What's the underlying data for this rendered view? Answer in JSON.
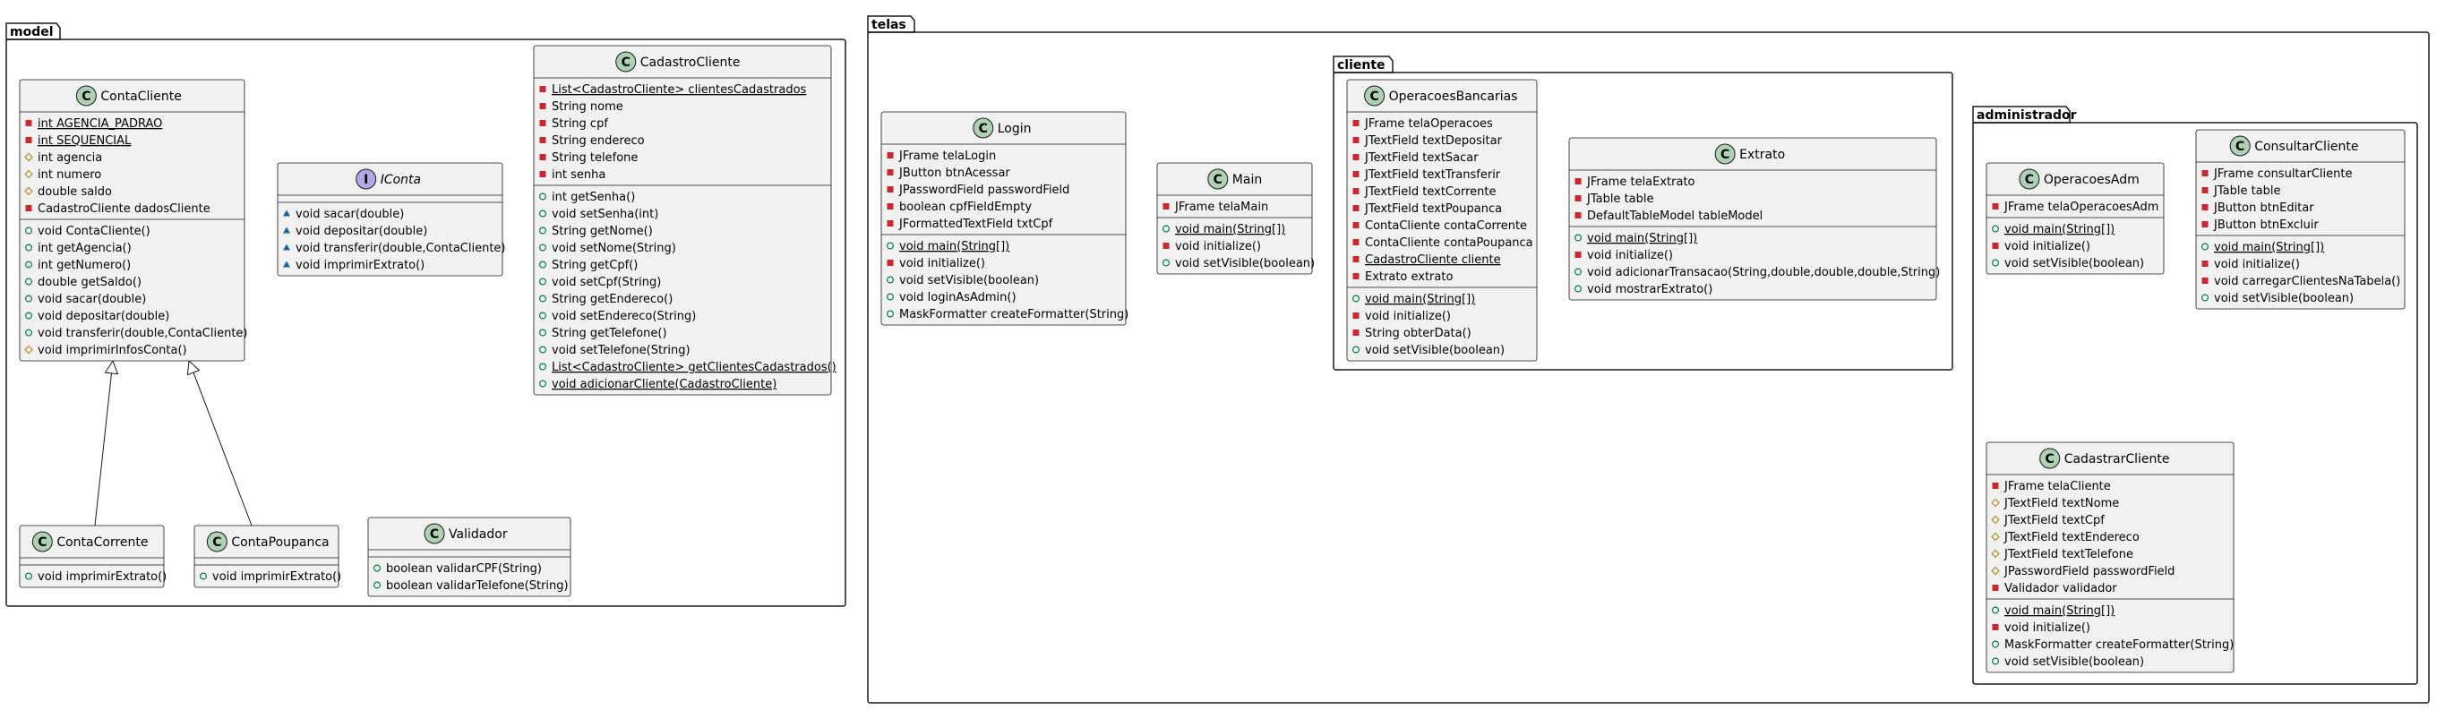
{
  "packages": [
    {
      "id": "pkg-model",
      "name": "model"
    },
    {
      "id": "pkg-telas",
      "name": "telas"
    },
    {
      "id": "pkg-cliente",
      "name": "cliente"
    },
    {
      "id": "pkg-administrador",
      "name": "administrador"
    }
  ],
  "classes": [
    {
      "id": "ContaCliente",
      "name": "ContaCliente",
      "stereotype": "C",
      "italic": false,
      "fields": [
        {
          "vis": "private",
          "text": "int AGENCIA_PADRAO",
          "static": true
        },
        {
          "vis": "private",
          "text": "int SEQUENCIAL",
          "static": true
        },
        {
          "vis": "protected",
          "text": "int agencia"
        },
        {
          "vis": "protected",
          "text": "int numero"
        },
        {
          "vis": "protected",
          "text": "double saldo"
        },
        {
          "vis": "private",
          "text": "CadastroCliente dadosCliente"
        }
      ],
      "methods": [
        {
          "vis": "public",
          "text": "void ContaCliente()"
        },
        {
          "vis": "public",
          "text": "int getAgencia()"
        },
        {
          "vis": "public",
          "text": "int getNumero()"
        },
        {
          "vis": "public",
          "text": "double getSaldo()"
        },
        {
          "vis": "public",
          "text": "void sacar(double)"
        },
        {
          "vis": "public",
          "text": "void depositar(double)"
        },
        {
          "vis": "public",
          "text": "void transferir(double,ContaCliente)"
        },
        {
          "vis": "protected",
          "text": "void imprimirInfosConta()"
        }
      ]
    },
    {
      "id": "IConta",
      "name": "IConta",
      "stereotype": "I",
      "italic": true,
      "fields": [],
      "methods": [
        {
          "vis": "package",
          "text": "void sacar(double)"
        },
        {
          "vis": "package",
          "text": "void depositar(double)"
        },
        {
          "vis": "package",
          "text": "void transferir(double,ContaCliente)"
        },
        {
          "vis": "package",
          "text": "void imprimirExtrato()"
        }
      ]
    },
    {
      "id": "CadastroCliente",
      "name": "CadastroCliente",
      "stereotype": "C",
      "italic": false,
      "fields": [
        {
          "vis": "private",
          "text": "List<CadastroCliente> clientesCadastrados",
          "static": true
        },
        {
          "vis": "private",
          "text": "String nome"
        },
        {
          "vis": "private",
          "text": "String cpf"
        },
        {
          "vis": "private",
          "text": "String endereco"
        },
        {
          "vis": "private",
          "text": "String telefone"
        },
        {
          "vis": "private",
          "text": "int senha"
        }
      ],
      "methods": [
        {
          "vis": "public",
          "text": "int getSenha()"
        },
        {
          "vis": "public",
          "text": "void setSenha(int)"
        },
        {
          "vis": "public",
          "text": "String getNome()"
        },
        {
          "vis": "public",
          "text": "void setNome(String)"
        },
        {
          "vis": "public",
          "text": "String getCpf()"
        },
        {
          "vis": "public",
          "text": "void setCpf(String)"
        },
        {
          "vis": "public",
          "text": "String getEndereco()"
        },
        {
          "vis": "public",
          "text": "void setEndereco(String)"
        },
        {
          "vis": "public",
          "text": "String getTelefone()"
        },
        {
          "vis": "public",
          "text": "void setTelefone(String)"
        },
        {
          "vis": "public",
          "text": "List<CadastroCliente> getClientesCadastrados()",
          "static": true
        },
        {
          "vis": "public",
          "text": "void adicionarCliente(CadastroCliente)",
          "static": true
        }
      ]
    },
    {
      "id": "ContaCorrente",
      "name": "ContaCorrente",
      "stereotype": "C",
      "italic": false,
      "fields": [],
      "methods": [
        {
          "vis": "public",
          "text": "void imprimirExtrato()"
        }
      ]
    },
    {
      "id": "ContaPoupanca",
      "name": "ContaPoupanca",
      "stereotype": "C",
      "italic": false,
      "fields": [],
      "methods": [
        {
          "vis": "public",
          "text": "void imprimirExtrato()"
        }
      ]
    },
    {
      "id": "Validador",
      "name": "Validador",
      "stereotype": "C",
      "italic": false,
      "fields": [],
      "methods": [
        {
          "vis": "public",
          "text": "boolean validarCPF(String)"
        },
        {
          "vis": "public",
          "text": "boolean validarTelefone(String)"
        }
      ]
    },
    {
      "id": "Login",
      "name": "Login",
      "stereotype": "C",
      "italic": false,
      "fields": [
        {
          "vis": "private",
          "text": "JFrame telaLogin"
        },
        {
          "vis": "private",
          "text": "JButton btnAcessar"
        },
        {
          "vis": "private",
          "text": "JPasswordField passwordField"
        },
        {
          "vis": "private",
          "text": "boolean cpfFieldEmpty"
        },
        {
          "vis": "private",
          "text": "JFormattedTextField txtCpf"
        }
      ],
      "methods": [
        {
          "vis": "public",
          "text": "void main(String[])",
          "static": true
        },
        {
          "vis": "private",
          "text": "void initialize()"
        },
        {
          "vis": "public",
          "text": "void setVisible(boolean)"
        },
        {
          "vis": "public",
          "text": "void loginAsAdmin()"
        },
        {
          "vis": "public",
          "text": "MaskFormatter createFormatter(String)"
        }
      ]
    },
    {
      "id": "Main",
      "name": "Main",
      "stereotype": "C",
      "italic": false,
      "fields": [
        {
          "vis": "private",
          "text": "JFrame telaMain"
        }
      ],
      "methods": [
        {
          "vis": "public",
          "text": "void main(String[])",
          "static": true
        },
        {
          "vis": "private",
          "text": "void initialize()"
        },
        {
          "vis": "public",
          "text": "void setVisible(boolean)"
        }
      ]
    },
    {
      "id": "OperacoesBancarias",
      "name": "OperacoesBancarias",
      "stereotype": "C",
      "italic": false,
      "fields": [
        {
          "vis": "private",
          "text": "JFrame telaOperacoes"
        },
        {
          "vis": "private",
          "text": "JTextField textDepositar"
        },
        {
          "vis": "private",
          "text": "JTextField textSacar"
        },
        {
          "vis": "private",
          "text": "JTextField textTransferir"
        },
        {
          "vis": "private",
          "text": "JTextField textCorrente"
        },
        {
          "vis": "private",
          "text": "JTextField textPoupanca"
        },
        {
          "vis": "private",
          "text": "ContaCliente contaCorrente"
        },
        {
          "vis": "private",
          "text": "ContaCliente contaPoupanca"
        },
        {
          "vis": "private",
          "text": "CadastroCliente cliente",
          "static": true
        },
        {
          "vis": "private",
          "text": "Extrato extrato"
        }
      ],
      "methods": [
        {
          "vis": "public",
          "text": "void main(String[])",
          "static": true
        },
        {
          "vis": "private",
          "text": "void initialize()"
        },
        {
          "vis": "private",
          "text": "String obterData()"
        },
        {
          "vis": "public",
          "text": "void setVisible(boolean)"
        }
      ]
    },
    {
      "id": "Extrato",
      "name": "Extrato",
      "stereotype": "C",
      "italic": false,
      "fields": [
        {
          "vis": "private",
          "text": "JFrame telaExtrato"
        },
        {
          "vis": "private",
          "text": "JTable table"
        },
        {
          "vis": "private",
          "text": "DefaultTableModel tableModel"
        }
      ],
      "methods": [
        {
          "vis": "public",
          "text": "void main(String[])",
          "static": true
        },
        {
          "vis": "private",
          "text": "void initialize()"
        },
        {
          "vis": "public",
          "text": "void adicionarTransacao(String,double,double,double,String)"
        },
        {
          "vis": "public",
          "text": "void mostrarExtrato()"
        }
      ]
    },
    {
      "id": "OperacoesAdm",
      "name": "OperacoesAdm",
      "stereotype": "C",
      "italic": false,
      "fields": [
        {
          "vis": "private",
          "text": "JFrame telaOperacoesAdm"
        }
      ],
      "methods": [
        {
          "vis": "public",
          "text": "void main(String[])",
          "static": true
        },
        {
          "vis": "private",
          "text": "void initialize()"
        },
        {
          "vis": "public",
          "text": "void setVisible(boolean)"
        }
      ]
    },
    {
      "id": "ConsultarCliente",
      "name": "ConsultarCliente",
      "stereotype": "C",
      "italic": false,
      "fields": [
        {
          "vis": "private",
          "text": "JFrame consultarCliente"
        },
        {
          "vis": "private",
          "text": "JTable table"
        },
        {
          "vis": "private",
          "text": "JButton btnEditar"
        },
        {
          "vis": "private",
          "text": "JButton btnExcluir"
        }
      ],
      "methods": [
        {
          "vis": "public",
          "text": "void main(String[])",
          "static": true
        },
        {
          "vis": "private",
          "text": "void initialize()"
        },
        {
          "vis": "private",
          "text": "void carregarClientesNaTabela()"
        },
        {
          "vis": "public",
          "text": "void setVisible(boolean)"
        }
      ]
    },
    {
      "id": "CadastrarCliente",
      "name": "CadastrarCliente",
      "stereotype": "C",
      "italic": false,
      "fields": [
        {
          "vis": "private",
          "text": "JFrame telaCliente"
        },
        {
          "vis": "protected",
          "text": "JTextField textNome"
        },
        {
          "vis": "protected",
          "text": "JTextField textCpf"
        },
        {
          "vis": "protected",
          "text": "JTextField textEndereco"
        },
        {
          "vis": "protected",
          "text": "JTextField textTelefone"
        },
        {
          "vis": "protected",
          "text": "JPasswordField passwordField"
        },
        {
          "vis": "private",
          "text": "Validador validador"
        }
      ],
      "methods": [
        {
          "vis": "public",
          "text": "void main(String[])",
          "static": true
        },
        {
          "vis": "private",
          "text": "void initialize()"
        },
        {
          "vis": "public",
          "text": "MaskFormatter createFormatter(String)"
        },
        {
          "vis": "public",
          "text": "void setVisible(boolean)"
        }
      ]
    }
  ],
  "relations": [
    {
      "type": "extends",
      "from": "ContaCorrente",
      "to": "ContaCliente"
    },
    {
      "type": "extends",
      "from": "ContaPoupanca",
      "to": "ContaCliente"
    }
  ],
  "colors": {
    "class_fill": "#f1f1f1",
    "border": "#181818",
    "class_badge": "#add1b2",
    "interface_badge": "#b4a7e5",
    "private": "#c82930",
    "protected": "#b38d22",
    "package": "#1963a0",
    "public": "#038048"
  }
}
